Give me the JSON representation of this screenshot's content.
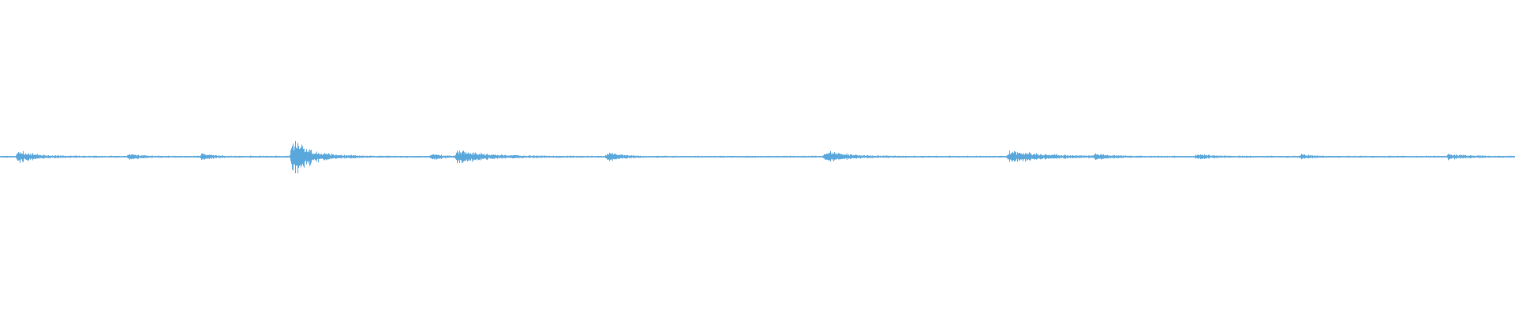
{
  "waveform": {
    "color": "#5aa7dc",
    "background": "#ffffff",
    "seed": 7,
    "baseline_amplitude": 0.05,
    "events": [
      {
        "pos": 0.012,
        "amp": 0.32,
        "decay": 0.01
      },
      {
        "pos": 0.085,
        "amp": 0.2,
        "decay": 0.006
      },
      {
        "pos": 0.133,
        "amp": 0.18,
        "decay": 0.006
      },
      {
        "pos": 0.193,
        "amp": 1.0,
        "decay": 0.012
      },
      {
        "pos": 0.285,
        "amp": 0.14,
        "decay": 0.008
      },
      {
        "pos": 0.302,
        "amp": 0.36,
        "decay": 0.018
      },
      {
        "pos": 0.401,
        "amp": 0.24,
        "decay": 0.008
      },
      {
        "pos": 0.545,
        "amp": 0.3,
        "decay": 0.014
      },
      {
        "pos": 0.666,
        "amp": 0.34,
        "decay": 0.022
      },
      {
        "pos": 0.723,
        "amp": 0.14,
        "decay": 0.008
      },
      {
        "pos": 0.79,
        "amp": 0.12,
        "decay": 0.01
      },
      {
        "pos": 0.859,
        "amp": 0.12,
        "decay": 0.006
      },
      {
        "pos": 0.956,
        "amp": 0.14,
        "decay": 0.01
      }
    ]
  }
}
